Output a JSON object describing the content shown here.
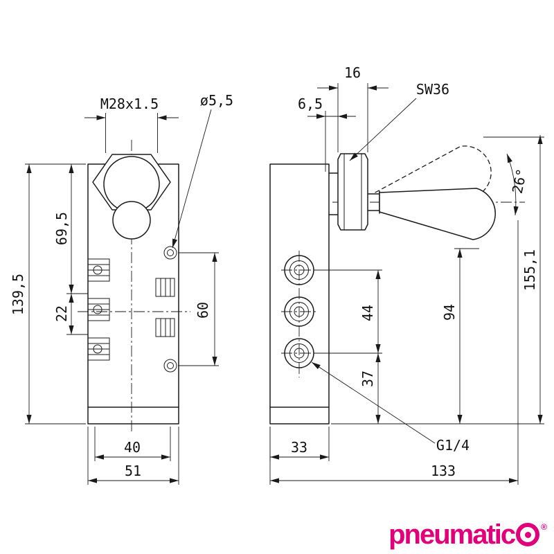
{
  "left_view": {
    "thread_label": "M28x1.5",
    "hole_diameter_label": "ø5,5",
    "dim_total_height": "139,5",
    "dim_top_to_port": "69,5",
    "dim_port_pitch": "22",
    "dim_hole_spacing": "60",
    "dim_hole_offset": "40",
    "dim_body_width": "51"
  },
  "right_view": {
    "dim_nut_width": "16",
    "dim_stem_offset": "6,5",
    "wrench_size_label": "SW36",
    "lever_angle_label": "26°",
    "dim_total_height": "155,1",
    "dim_lever_axis_height": "94",
    "dim_port_spacing": "44",
    "dim_bottom_port_height": "37",
    "dim_body_depth": "33",
    "dim_total_length": "133",
    "port_thread_label": "G1/4"
  },
  "logo": {
    "wordmark": "pneumatic",
    "registered": "®"
  }
}
